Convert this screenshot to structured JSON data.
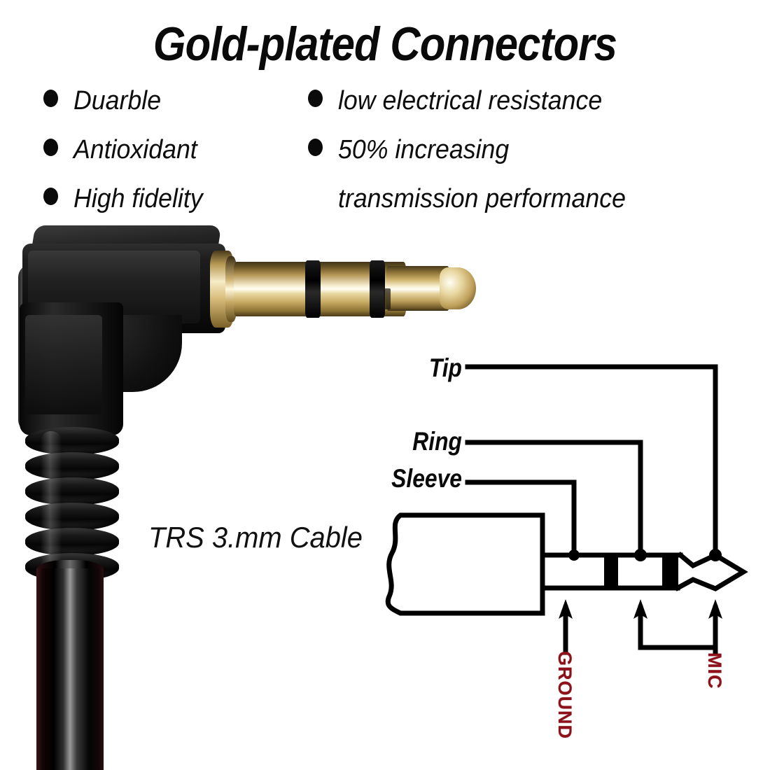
{
  "page": {
    "title": "Gold-plated Connectors",
    "background_color": "#ffffff"
  },
  "features": {
    "left_column": [
      {
        "bullet": "bullet-dot",
        "text": "Duarble"
      },
      {
        "bullet": "bullet-dot",
        "text": "Antioxidant"
      },
      {
        "bullet": "bullet-dot",
        "text": "High fidelity"
      }
    ],
    "right_column": [
      {
        "bullet": "bullet-dot",
        "text": "low electrical resistance"
      },
      {
        "bullet": "bullet-dot",
        "text": "50% increasing"
      },
      {
        "bullet": "",
        "text": "transmission performance"
      }
    ]
  },
  "product_photo": {
    "name": "right-angle-3-5mm-trs-plug",
    "housing_color": "#121212",
    "gold_color": "#d4b87a",
    "gold_highlight": "#fffdf2",
    "band_color": "#000000",
    "cable_color": "#050505"
  },
  "diagram": {
    "caption": "TRS 3.mm Cable",
    "conductor_labels": [
      {
        "name": "tip",
        "text": "Tip"
      },
      {
        "name": "ring",
        "text": "Ring"
      },
      {
        "name": "sleeve",
        "text": "Sleeve"
      }
    ],
    "signal_labels": [
      {
        "name": "ground",
        "text": "GROUND",
        "color": "#8e1019"
      },
      {
        "name": "mic",
        "text": "MIC",
        "color": "#8e1019"
      }
    ],
    "line_color": "#000000",
    "stroke_width": 7
  }
}
